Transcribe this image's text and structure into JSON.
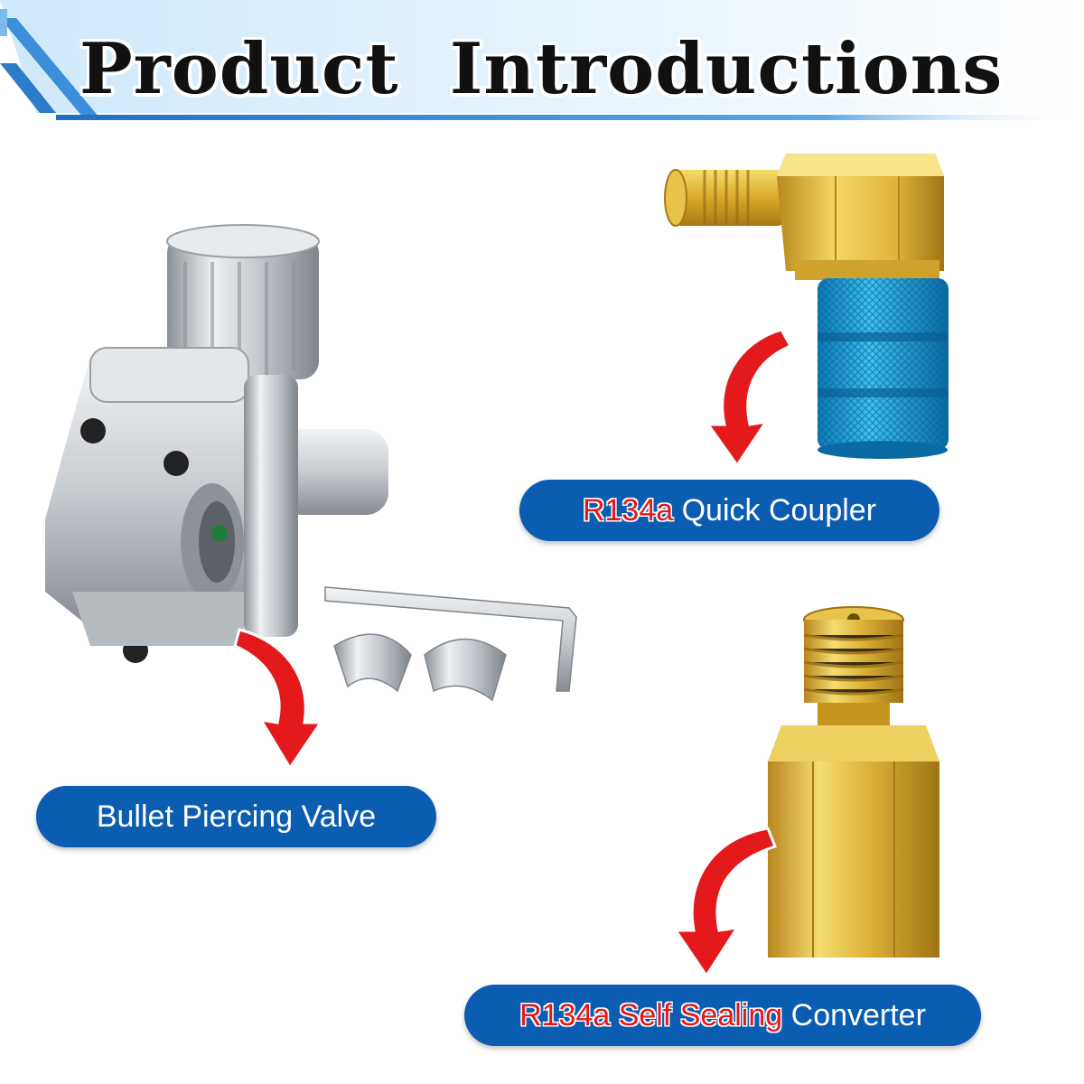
{
  "header": {
    "title": "Product  Introductions"
  },
  "labels": {
    "coupler": {
      "highlight": "R134a",
      "text": " Quick Coupler"
    },
    "valve": {
      "text": "Bullet Piercing Valve"
    },
    "converter": {
      "highlight1": "R134a",
      "highlight2": "Self Sealing",
      "text": " Converter"
    }
  },
  "colors": {
    "banner_blue": "#0a5db0",
    "header_gradient_start": "#d4ebfb",
    "header_accent": "#3a8fd8",
    "arrow_red": "#e3191b",
    "brass": "#d9a92b",
    "coupler_blue": "#1aa2d8",
    "silver": "#c8ccd0"
  },
  "icons": [
    "down-arrow-icon"
  ]
}
